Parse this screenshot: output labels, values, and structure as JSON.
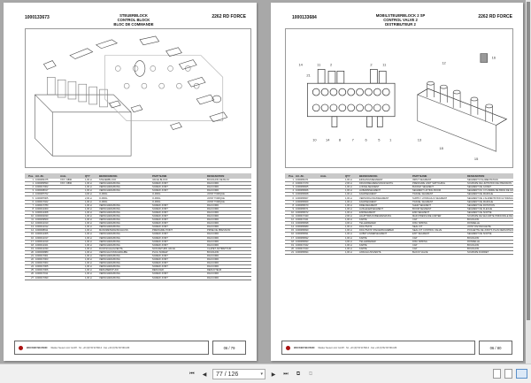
{
  "viewer": {
    "current_page": "77 / 126",
    "nav": {
      "first": "⏮",
      "prev": "◀",
      "next": "▶",
      "last": "⏭"
    },
    "view_modes": [
      "single-page",
      "continuous",
      "two-page"
    ],
    "active_view_mode": "two-page"
  },
  "pages": [
    {
      "part_number": "1000133673",
      "model": "2262 RD FORCE",
      "title_lines": [
        "STEUERBLOCK",
        "CONTROL BLOCK",
        "BLOC DE COMMANDE"
      ],
      "page_label": "06 / 79",
      "columns": [
        "Pos.",
        "Art.-Nr.",
        "Anm.",
        "QTY",
        "BEZEICHNUNG",
        "PART NAME",
        "DESIGNATION"
      ],
      "rows": [
        [
          "1",
          "1000083475",
          "XXX / 0890",
          "1,00 st",
          "STEUERBLOCK",
          "VALVE BLOCK",
          "BOUCHON DE BLOC"
        ],
        [
          "1",
          "1000083590",
          "XXX / 0890",
          "1,00 st",
          "VERSCHRAUBUNG",
          "SCREW JOINT",
          "RACCORD"
        ],
        [
          "2",
          "1000017002",
          "",
          "1,00 st",
          "VERSCHRAUBUNG",
          "SCREW JOINT",
          "RACCORD"
        ],
        [
          "3",
          "1000008017",
          "",
          "1,00 st",
          "VERSCHRAUBUNG",
          "SCREW JOINT",
          "RACCORD"
        ],
        [
          "4",
          "1000087702",
          "",
          "4,00 st",
          "O-RING",
          "O-RING",
          "JOINT TORIQUE"
        ],
        [
          "5",
          "1000087905",
          "",
          "2,00 st",
          "O-RING",
          "O-RING",
          "JOINT TORIQUE"
        ],
        [
          "6",
          "1000017022",
          "",
          "1,00 st",
          "O-RING",
          "O-RING",
          "JOINT TORIQUE"
        ],
        [
          "7",
          "1000017780",
          "",
          "1,00 st",
          "VERSCHRAUBUNG",
          "SCREW JOINT",
          "RACCORD"
        ],
        [
          "8",
          "1000012300",
          "",
          "1,00 st",
          "VERSCHRAUBUNG",
          "SCREW JOINT",
          "RACCORD"
        ],
        [
          "9",
          "1000012308",
          "",
          "1,00 st",
          "VERSCHRAUBUNG",
          "SCREW JOINT",
          "RACCORD"
        ],
        [
          "10",
          "1000002030",
          "",
          "1,00 st",
          "VERSCHRAUBUNG",
          "SCREW JOINT",
          "RACCORD"
        ],
        [
          "11",
          "1000009509",
          "",
          "1,00 st",
          "VERSCHRAUBUNG",
          "SCREW JOINT",
          "RACCORD"
        ],
        [
          "12",
          "1000012310",
          "",
          "1,00 st",
          "VERSCHRAUBUNG",
          "SCREW JOINT",
          "RACCORD"
        ],
        [
          "13",
          "1000012312",
          "",
          "1,00 st",
          "VERSCHRAUBUNG",
          "SCREW JOINT",
          "RACCORD"
        ],
        [
          "14",
          "1000008911",
          "",
          "1,00 st",
          "MANOMETERANSCHLUSS",
          "PRESSURE POINT",
          "PRISE DE PRESSION"
        ],
        [
          "15",
          "1000012305",
          "",
          "1,00 st",
          "VERSCHRAUBUNG",
          "SCREW JOINT",
          "RACCORD"
        ],
        [
          "16",
          "1000012317",
          "",
          "1,00 st",
          "VERSCHRAUBUNG",
          "SCREW JOINT",
          "RACCORD"
        ],
        [
          "17",
          "1000012319",
          "",
          "1,00 st",
          "VERSCHRAUBUNG",
          "SCREW JOINT",
          "RACCORD"
        ],
        [
          "18",
          "1000012321",
          "",
          "1,00 st",
          "VERSCHRAUBUNG",
          "SCREW JOINT",
          "RACCORD"
        ],
        [
          "19",
          "1000012330",
          "",
          "1,00 st",
          "RÜCKSCHLAGVENTIL",
          "NON RETURN VALVE",
          "CLAPET ANTIRETOUR"
        ],
        [
          "20",
          "1000000880",
          "",
          "1,00 st",
          "VERSCHLUSSSCHRAUBE",
          "PLUG SCREW",
          "BOUCHON"
        ],
        [
          "21",
          "1000017001",
          "",
          "1,00 st",
          "VERSCHRAUBUNG",
          "SCREW JOINT",
          "RACCORD"
        ],
        [
          "22",
          "1000017003",
          "",
          "1,00 st",
          "VERSCHRAUBUNG",
          "SCREW JOINT",
          "RACCORD"
        ],
        [
          "23",
          "1000017004",
          "",
          "1,00 st",
          "VERSCHRAUBUNG",
          "SCREW JOINT",
          "RACCORD"
        ],
        [
          "24",
          "1000017005",
          "",
          "1,00 st",
          "VERSCHRAUBUNG",
          "SCREW JOINT",
          "RACCORD"
        ],
        [
          "25",
          "1000017006",
          "",
          "1,00 st",
          "REDUZIERSTÜCK",
          "REDUCER",
          "REDUCTEUR"
        ],
        [
          "26",
          "1000017011",
          "",
          "1,00 st",
          "VERSCHRAUBUNG",
          "SCREW JOINT",
          "RACCORD"
        ],
        [
          "27",
          "1000017090",
          "",
          "1,00 st",
          "VERSCHRAUBUNG",
          "SCREW JOINT",
          "RACCORD"
        ]
      ],
      "footer_brand": "WACKER NEUSON",
      "footer_text": "Wacker Neuson Linz GmbH · Tel. +43 (0)732 90 590-0 · Fax +43 (0)732 90 590-180"
    },
    {
      "part_number": "1000133684",
      "model": "2262 RD FORCE",
      "title_lines": [
        "MOBILSTEUERBLOCK 2 SP",
        "CONTROL VALVE 2",
        "DISTRIBUTEUR 2"
      ],
      "page_label": "06 / 80",
      "columns": [
        "Pos.",
        "Art.-Nr.",
        "Anm.",
        "QTY",
        "BEZEICHNUNG",
        "PART NAME",
        "DESIGNATION"
      ],
      "rows": [
        [
          "1",
          "1000083471",
          "",
          "1,00 st",
          "EINGANGSSEGMENT",
          "INPUT SEGMENT",
          "SEGMENT D'ALIMENTATION"
        ],
        [
          "2",
          "1000017479",
          "",
          "2,00 st",
          "DRUCKBEGRENZUNGSVENTIL",
          "PRESSURE LIMIT SWITCHING",
          "SOUPAPE DE LIMITATION DE PRESSION"
        ],
        [
          "3",
          "1000083665",
          "",
          "1,00 st",
          "LÖFFELSEGMENT",
          "BUCKET SEGMENT",
          "SEGMENT DE GODET"
        ],
        [
          "4",
          "1000083666",
          "",
          "1,00 st",
          "HUBARMSEGMENT",
          "SEGMENT LIFTING BOOM",
          "SEGMENT DU CYLINDRE DE BRAS DE GODET"
        ],
        [
          "5",
          "1000083668",
          "",
          "1,00 st",
          "FAHRSEGMENT",
          "TRAVEL SEGMENT",
          "SEGMENT DE MARCHE"
        ],
        [
          "6",
          "1000083667",
          "",
          "1,00 st",
          "VERSORGUNGSSEGMENT",
          "SUPPLY HYDRAULIC SEGMENT",
          "SEGMENT DE L'ALIMENTATION HYDRAULIQUE"
        ],
        [
          "7",
          "1000083669",
          "",
          "1,00 st",
          "FAHRSEGMENT",
          "TRAVEL SEGMENT",
          "SEGMENT DE MARCHE"
        ],
        [
          "8",
          "1000083670",
          "",
          "1,00 st",
          "DREHSEGMENT",
          "SLEW SEGMENT",
          "SEGMENT DE ROTATION"
        ],
        [
          "9",
          "1000083671",
          "",
          "1,00 st",
          "AUSLEGERSEGMENT",
          "BOOM SEGMENT",
          "SEGMENT DE FLÈCHE"
        ],
        [
          "10",
          "1000083672",
          "",
          "1,00 st",
          "ENDSEGMENT",
          "END SEGMENT",
          "SEGMENT DE SORTIE"
        ],
        [
          "11",
          "1000017430",
          "",
          "2,00 st",
          "HAUPTDRUCKBEGRENZUNG",
          "MAIN PRESSURE LIMITER",
          "SOUPAPE DE SECURITE PRINCIPALE DE PRESSION"
        ],
        [
          "12",
          "1000017341",
          "",
          "1,00 st",
          "KAPPE",
          "CAP",
          "BOUCHON"
        ],
        [
          "13",
          "1000083698",
          "",
          "4,00 st",
          "TELLERFEDER",
          "DISC SPRING",
          "RONDELLE"
        ],
        [
          "14",
          "1000083689",
          "",
          "1,00 st",
          "DICHTSATZ",
          "SEAL KIT",
          "JOINT D'ETANCHEITE"
        ],
        [
          "15",
          "1000083690",
          "",
          "1,00 st",
          "DICHTSATZ STEUERSCHIEBER",
          "SEAL KIT CONTROL VALVE",
          "POCHETTE DE JOINTS PLAN DERIVATEUR"
        ],
        [
          "16",
          "1000083691",
          "",
          "1,00 st",
          "HUBZYLINDERSEGMENT",
          "EXIT SEGMENT",
          "SEGMENT DE SORTIE"
        ],
        [
          "17",
          "1000083692",
          "",
          "1,00 st",
          "KAPPE",
          "CAP",
          "BOUCHON"
        ],
        [
          "18",
          "1000083693",
          "",
          "4,00 st",
          "TELLERFEDER",
          "DISC SPRING",
          "RONDELLE"
        ],
        [
          "19",
          "1000017342",
          "",
          "1,00 st",
          "KAPPE",
          "CAP",
          "BOUCHON"
        ],
        [
          "20",
          "1000017343",
          "",
          "1,00 st",
          "KAPPE",
          "CAP",
          "BOUCHON"
        ],
        [
          "21",
          "1000083694",
          "",
          "1,00 st",
          "ANSCHLUSSVENTIL",
          "BLOCK VALVE",
          "SOUPAPE D'ARRET"
        ]
      ],
      "footer_brand": "WACKER NEUSON",
      "footer_text": "Wacker Neuson Linz GmbH · Tel. +43 (0)732 90 590-0 · Fax +43 (0)732 90 590-180"
    }
  ],
  "colors": {
    "brand": "#aa1111",
    "viewer_bg": "#a8a8a8",
    "table_header": "#c9c9c9",
    "active_view": "#5a8fc9"
  }
}
